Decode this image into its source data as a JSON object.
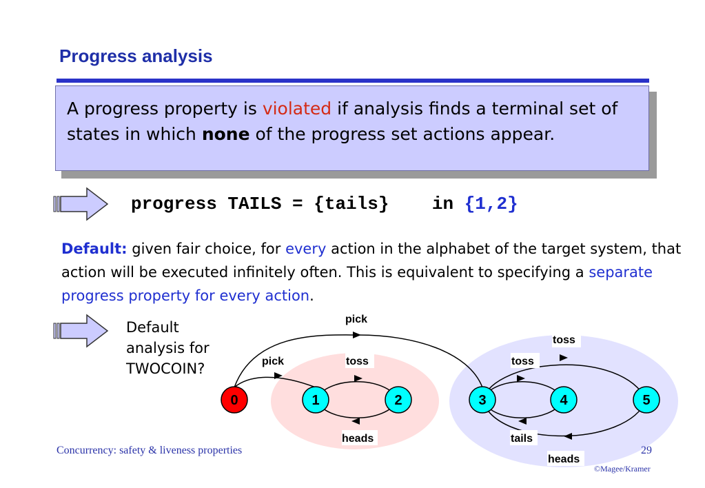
{
  "title": "Progress analysis",
  "callout": {
    "part1": "A progress property is ",
    "violated": "violated",
    "part2": " if analysis finds a terminal set of states in which ",
    "none": "none",
    "part3": " of the progress set actions appear."
  },
  "code": {
    "statement": "progress TAILS = {tails}    in ",
    "range": "{1,2}"
  },
  "default_para": {
    "label": "Default:",
    "t1": " given fair choice, for ",
    "every": "every",
    "t2": " action in the alphabet of the target system, that action will be executed infinitely often. This is equivalent to specifying a ",
    "separate": "separate progress property for every action",
    "t3": "."
  },
  "question": {
    "line1": "Default",
    "line2": "analysis for",
    "line3": "TWOCOIN?"
  },
  "lts": {
    "states": [
      "0",
      "1",
      "2",
      "3",
      "4",
      "5"
    ],
    "labels": {
      "pick_top": "pick",
      "pick_left": "pick",
      "toss_12": "toss",
      "heads_21": "heads",
      "toss_34": "toss",
      "tails_43": "tails",
      "toss_45": "toss",
      "heads_53": "heads"
    },
    "colors": {
      "initial_state": "#ff0000",
      "state": "#00ffff",
      "terminal_set_1": "#ffdede",
      "terminal_set_2": "#e2e2ff"
    }
  },
  "footer": {
    "left": "Concurrency: safety & liveness properties",
    "page": "29",
    "copyright": "©Magee/Kramer"
  },
  "icons": {
    "bullet_arrow": "arrow-right-icon"
  }
}
